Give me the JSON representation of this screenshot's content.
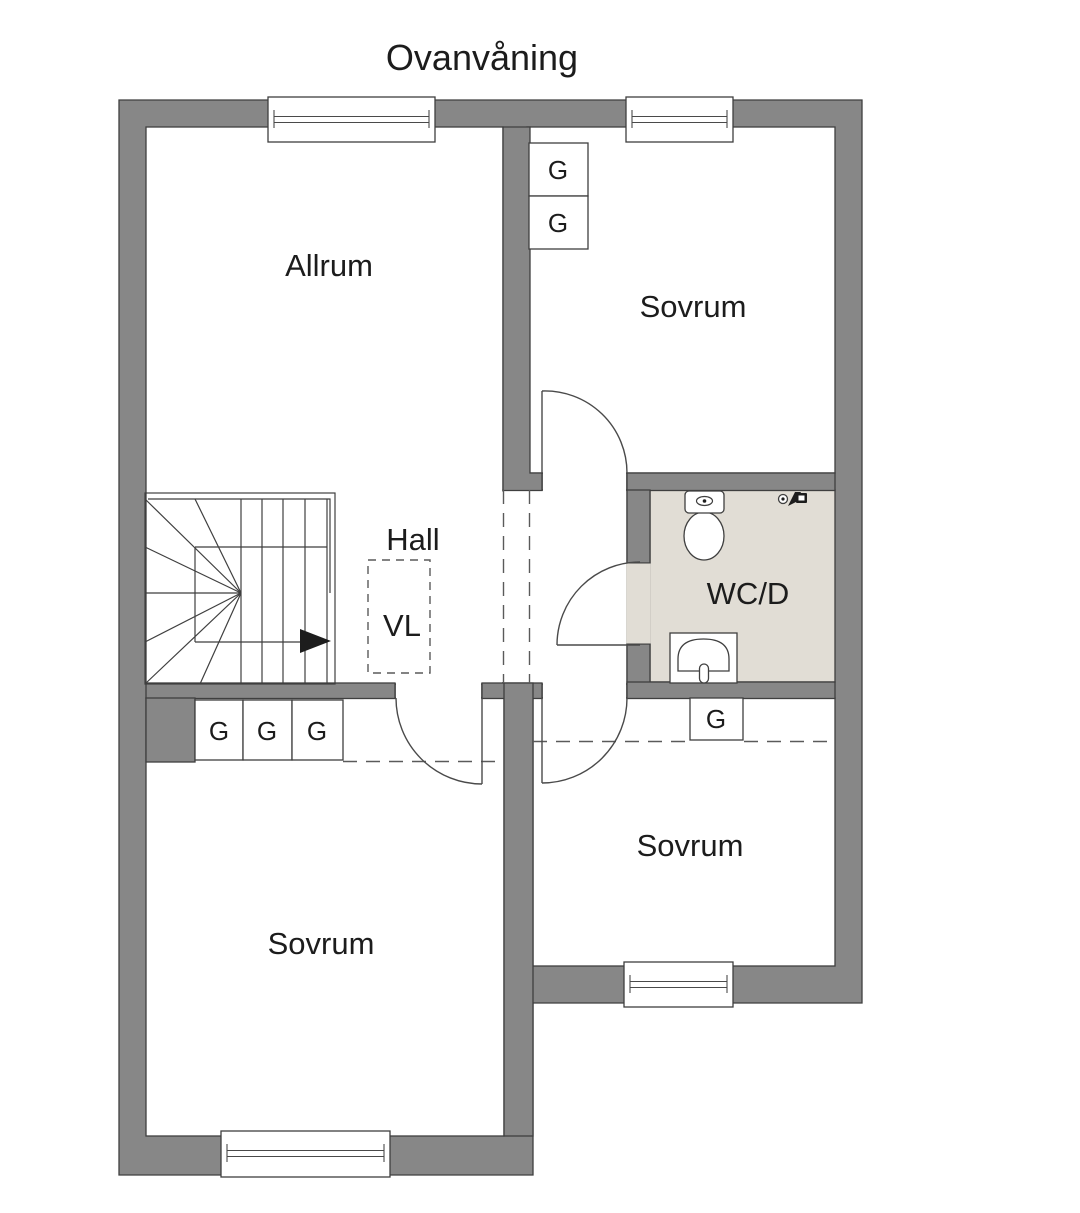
{
  "title": "Ovanvåning",
  "colors": {
    "wall": "#878787",
    "wet_room_floor": "#e1ddd5",
    "line": "#3f3f3f",
    "text": "#1c1c1c"
  },
  "rooms": {
    "allrum": {
      "label": "Allrum"
    },
    "sovrum_top_right": {
      "label": "Sovrum"
    },
    "sovrum_bottom_right": {
      "label": "Sovrum"
    },
    "sovrum_bottom_left": {
      "label": "Sovrum"
    },
    "hall": {
      "label": "Hall"
    },
    "wc": {
      "label": "WC/D"
    }
  },
  "annotations": {
    "wardrobe": {
      "label": "G"
    },
    "vl": {
      "label": "VL"
    }
  }
}
